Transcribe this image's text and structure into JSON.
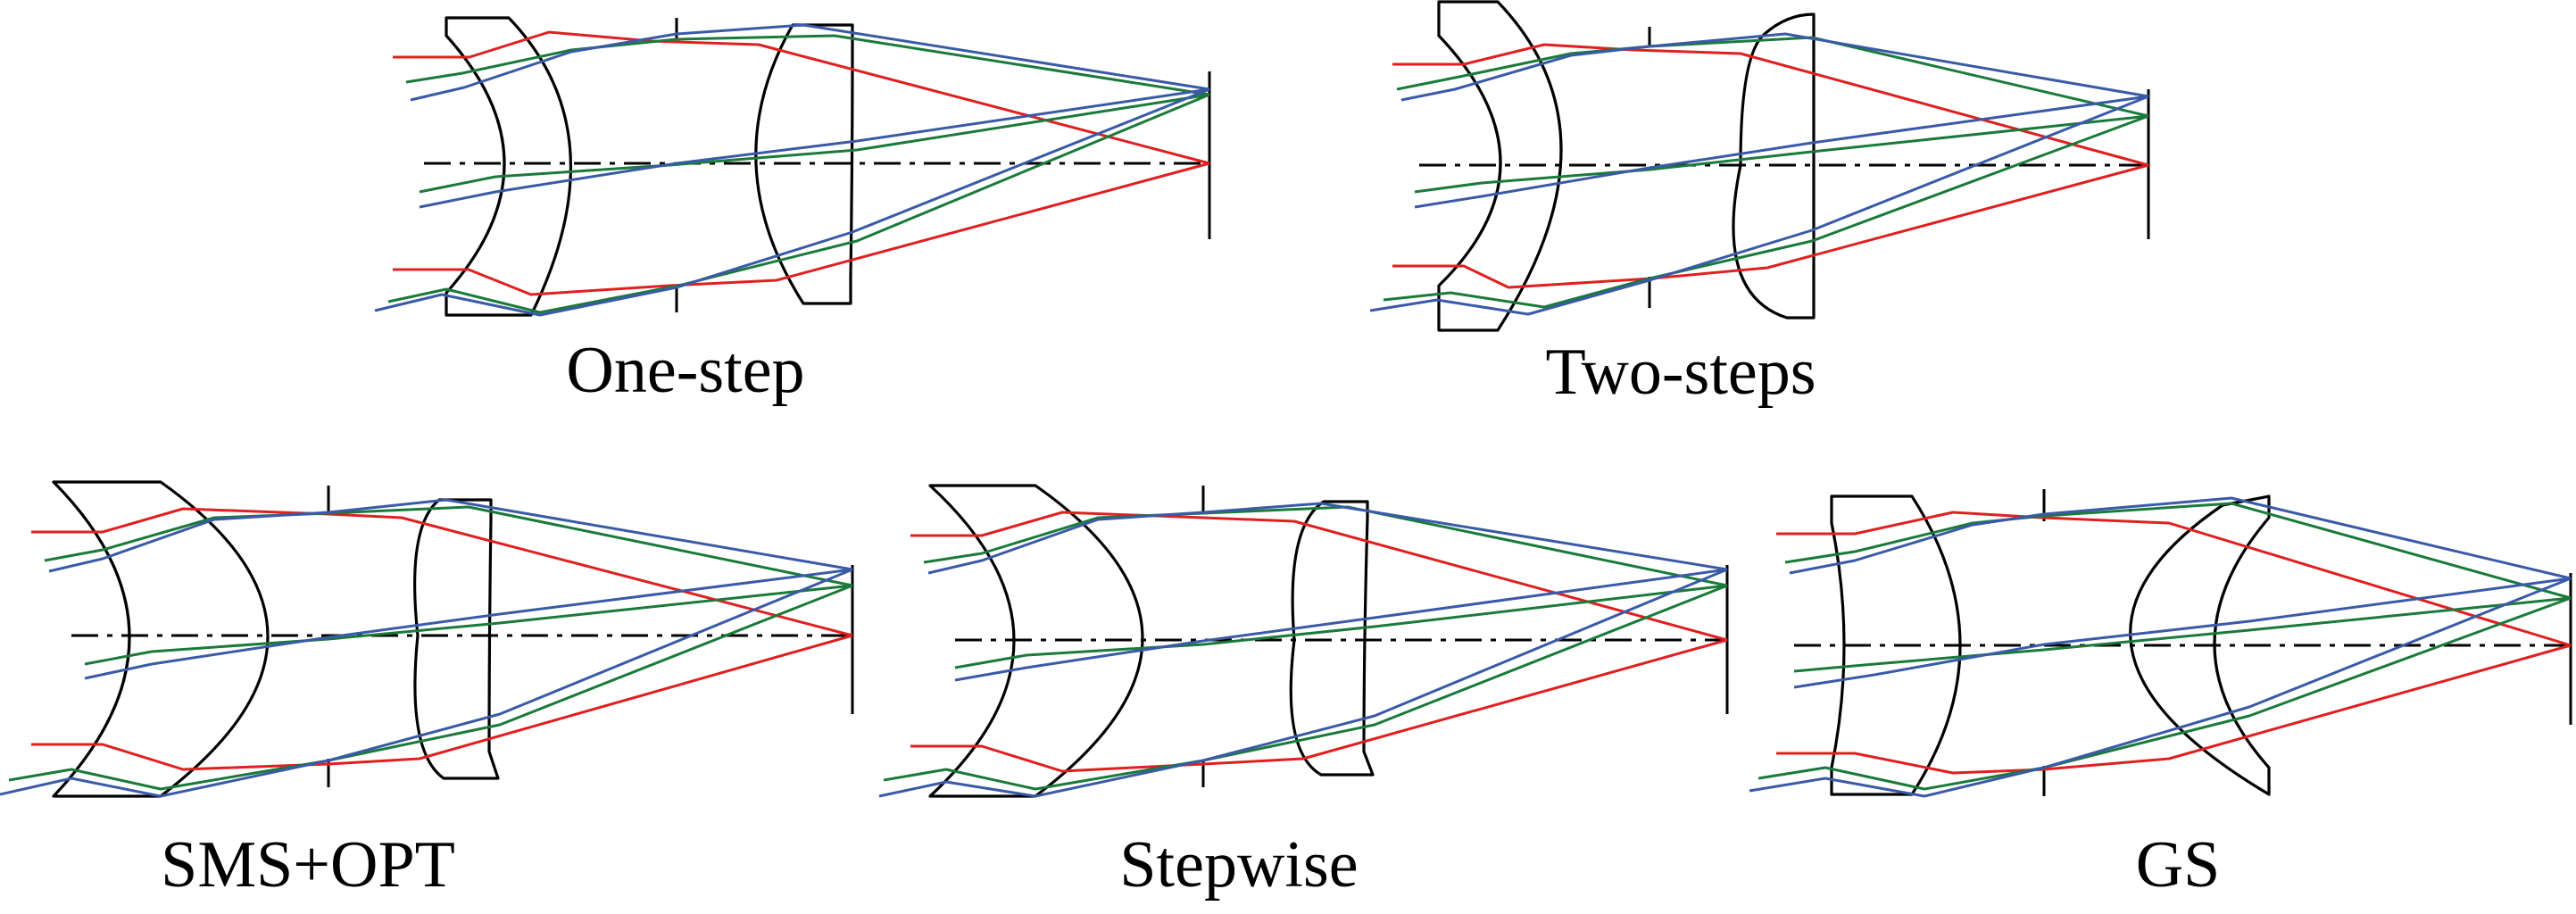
{
  "colors": {
    "field_0": "#e02020",
    "field_1": "#1a7a3a",
    "field_2": "#3a5aa8",
    "outline": "#000000"
  },
  "panels": [
    {
      "id": "one-step",
      "caption": "One-step"
    },
    {
      "id": "two-steps",
      "caption": "Two-steps"
    },
    {
      "id": "sms-opt",
      "caption": "SMS+OPT"
    },
    {
      "id": "stepwise",
      "caption": "Stepwise"
    },
    {
      "id": "gs",
      "caption": "GS"
    }
  ]
}
